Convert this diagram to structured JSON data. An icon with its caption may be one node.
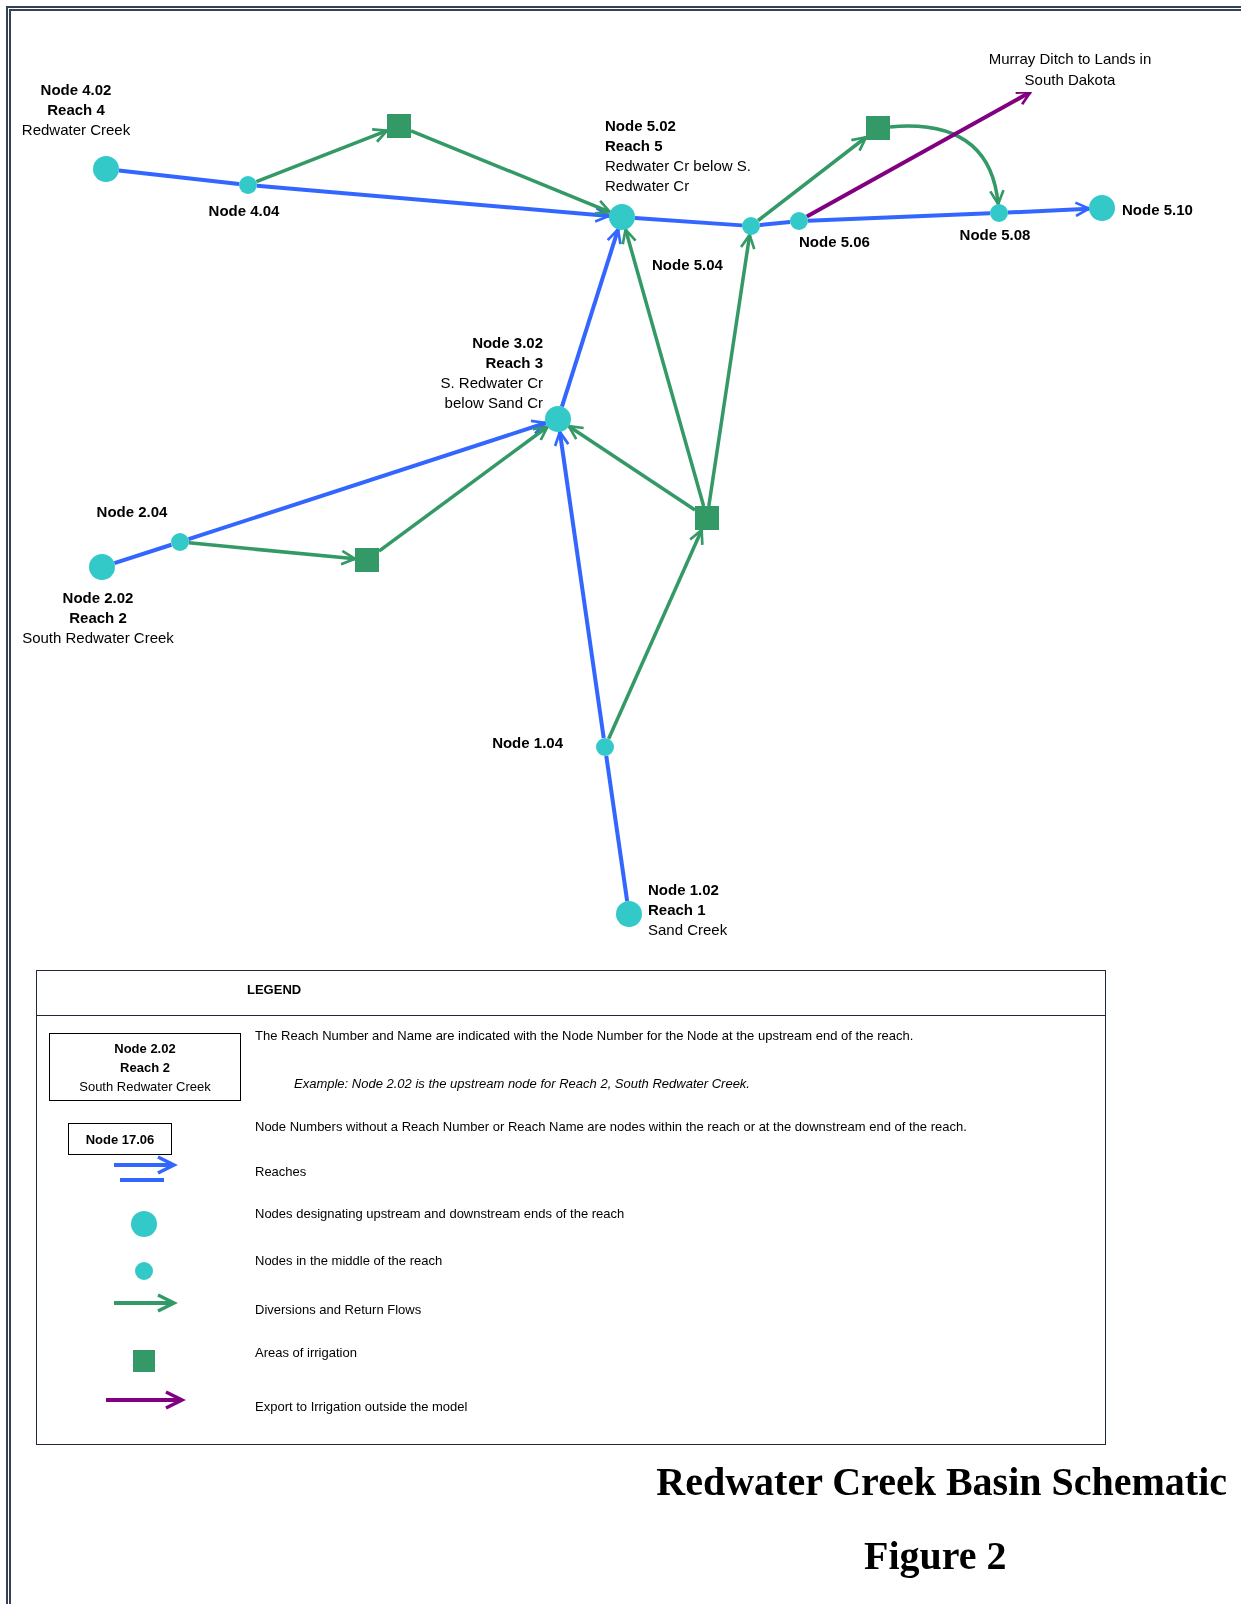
{
  "diagram": {
    "title": "Redwater Creek Basin Schematic",
    "caption": "Figure 2",
    "nodes": [
      {
        "text": [],
        "shape": "circle",
        "beside": [
          "Node 4.02",
          "Reach 4",
          "Redwater Creek"
        ]
      },
      {
        "text": [],
        "shape": "circle",
        "beside": [
          "Node 4.04"
        ]
      },
      {
        "text": [],
        "shape": "box"
      },
      {
        "text": [],
        "shape": "circle",
        "beside": [
          "Node 5.02",
          "Reach 5",
          "Redwater Cr below S. Redwater Cr"
        ]
      },
      {
        "text": [],
        "shape": "circle",
        "beside": [
          "Node 5.04"
        ]
      },
      {
        "text": [],
        "shape": "box"
      },
      {
        "text": [],
        "shape": "circle",
        "beside": [
          "Node 5.06"
        ]
      },
      {
        "text": [],
        "shape": "circle",
        "beside": [
          "Node 5.08"
        ]
      },
      {
        "text": [],
        "shape": "circle",
        "beside": [
          "Node 5.10"
        ]
      },
      {
        "text": [
          "Murray Ditch to Lands in South Dakota"
        ]
      },
      {
        "text": [],
        "shape": "circle",
        "beside": [
          "Node 3.02",
          "Reach 3",
          "S. Redwater Cr below Sand Cr"
        ]
      },
      {
        "text": [],
        "shape": "circle",
        "beside": [
          "Node 2.04"
        ]
      },
      {
        "text": [],
        "shape": "circle",
        "beside": [
          "Node 2.02",
          "Reach 2",
          "South Redwater Creek"
        ]
      },
      {
        "text": [],
        "shape": "box"
      },
      {
        "text": [],
        "shape": "box"
      },
      {
        "text": [],
        "shape": "circle",
        "beside": [
          "Node 1.04"
        ]
      },
      {
        "text": [],
        "shape": "circle",
        "beside": [
          "Node 1.02",
          "Reach 1",
          "Sand Creek"
        ]
      },
      {
        "text": [
          "Node 2.02",
          "Reach 2",
          "South Redwater Creek"
        ]
      },
      {
        "text": [
          "Node 17.06"
        ]
      }
    ],
    "edges": [
      {
        "from": 0,
        "to": 1,
        "arrow": "none"
      },
      {
        "from": 1,
        "to": 3,
        "arrow": "to"
      },
      {
        "from": 1,
        "to": 2,
        "arrow": "to",
        "color": "#339966"
      },
      {
        "from": 2,
        "to": 3,
        "arrow": "to",
        "color": "#339966"
      },
      {
        "from": 3,
        "to": 4,
        "arrow": "none"
      },
      {
        "from": 4,
        "to": 6,
        "arrow": "none"
      },
      {
        "from": 6,
        "to": 7,
        "arrow": "none"
      },
      {
        "from": 7,
        "to": 8,
        "arrow": "to"
      },
      {
        "from": 4,
        "to": 5,
        "arrow": "to",
        "color": "#339966"
      },
      {
        "from": 5,
        "to": 7,
        "arrow": "to",
        "color": "#339966"
      },
      {
        "from": 6,
        "to": 9,
        "arrow": "to",
        "color": "#800080"
      },
      {
        "from": 12,
        "to": 11,
        "arrow": "none"
      },
      {
        "from": 11,
        "to": 10,
        "arrow": "to"
      },
      {
        "from": 11,
        "to": 13,
        "arrow": "to",
        "color": "#339966"
      },
      {
        "from": 13,
        "to": 10,
        "arrow": "to",
        "color": "#339966"
      },
      {
        "from": 10,
        "to": 3,
        "arrow": "to"
      },
      {
        "from": 16,
        "to": 15,
        "arrow": "none"
      },
      {
        "from": 15,
        "to": 10,
        "arrow": "to"
      },
      {
        "from": 15,
        "to": 14,
        "arrow": "to",
        "color": "#339966"
      },
      {
        "from": 14,
        "to": 10,
        "arrow": "to",
        "color": "#339966"
      },
      {
        "from": 14,
        "to": 3,
        "arrow": "to",
        "color": "#339966"
      },
      {
        "from": 14,
        "to": 4,
        "arrow": "to",
        "color": "#339966"
      }
    ],
    "labels": [
      "LEGEND",
      "Example: Node 2.02 is the upstream node for Reach 2, South Redwater Creek."
    ],
    "legend": [
      {
        "text": "The Reach Number and Name are indicated with the Node Number for the Node at the upstream end of the reach."
      },
      {
        "text": "Node Numbers without a Reach Number or Reach Name are nodes within the reach or at the downstream end of the reach."
      },
      {
        "text": "Reaches"
      },
      {
        "text": "Nodes designating upstream and downstream ends of the reach",
        "color": "#33c9c9"
      },
      {
        "text": "Nodes in the middle of the reach",
        "color": "#33c9c9"
      },
      {
        "text": "Diversions and Return Flows"
      },
      {
        "text": "Areas of irrigation",
        "color": "#339966"
      },
      {
        "text": "Export to Irrigation outside the model"
      }
    ]
  }
}
